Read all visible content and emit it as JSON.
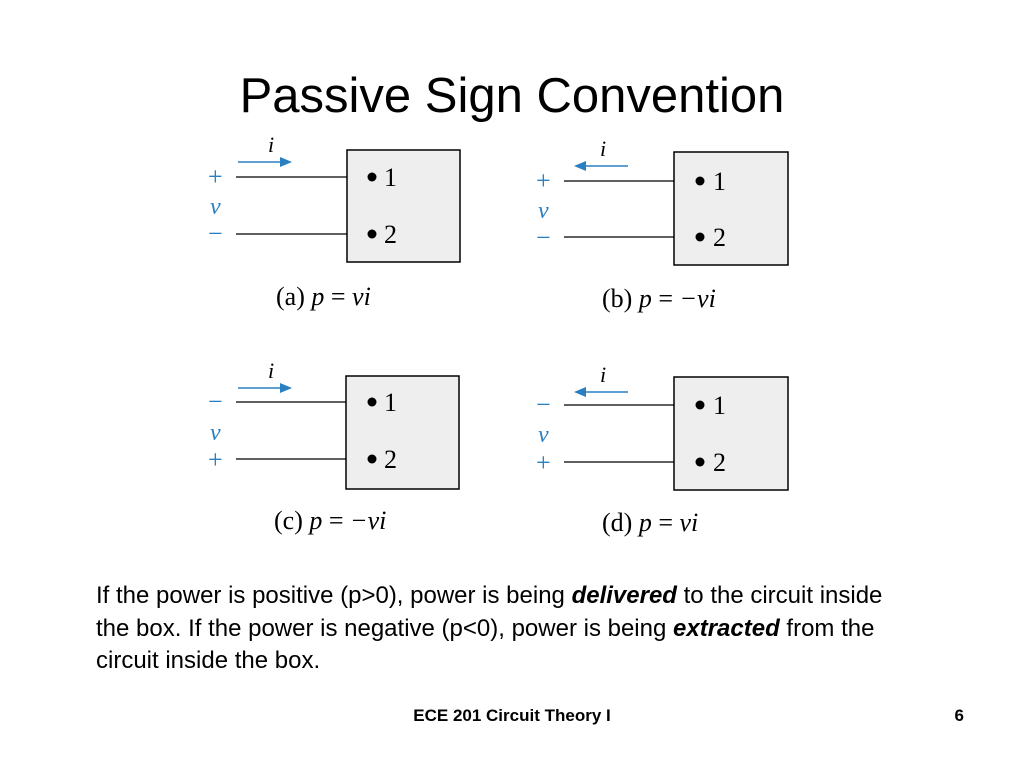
{
  "slide": {
    "title": "Passive Sign Convention",
    "footer_course": "ECE 201 Circuit Theory I",
    "page_number": "6"
  },
  "colors": {
    "sign_blue": "#2a7fc1",
    "box_fill": "#eeeeee",
    "line": "#000000"
  },
  "diagrams": [
    {
      "id": "a",
      "current_label": "i",
      "current_direction": "into-box",
      "top_sign": "+",
      "voltage_label": "v",
      "bottom_sign": "−",
      "terminal_1": "1",
      "terminal_2": "2",
      "caption_letter": "(a)",
      "caption_lhs": "p",
      "caption_eq": "=",
      "caption_rhs": "vi"
    },
    {
      "id": "b",
      "current_label": "i",
      "current_direction": "out-of-box",
      "top_sign": "+",
      "voltage_label": "v",
      "bottom_sign": "−",
      "terminal_1": "1",
      "terminal_2": "2",
      "caption_letter": "(b)",
      "caption_lhs": "p",
      "caption_eq": "=",
      "caption_rhs": "−vi"
    },
    {
      "id": "c",
      "current_label": "i",
      "current_direction": "into-box",
      "top_sign": "−",
      "voltage_label": "v",
      "bottom_sign": "+",
      "terminal_1": "1",
      "terminal_2": "2",
      "caption_letter": "(c)",
      "caption_lhs": "p",
      "caption_eq": "=",
      "caption_rhs": "−vi"
    },
    {
      "id": "d",
      "current_label": "i",
      "current_direction": "out-of-box",
      "top_sign": "−",
      "voltage_label": "v",
      "bottom_sign": "+",
      "terminal_1": "1",
      "terminal_2": "2",
      "caption_letter": "(d)",
      "caption_lhs": "p",
      "caption_eq": "=",
      "caption_rhs": "vi"
    }
  ],
  "body": {
    "part1": "If the power is positive (p>0), power is being ",
    "emph1": "delivered",
    "part2": " to the circuit inside the box.  If the power is negative (p<0), power is being ",
    "emph2": "extracted",
    "part3": " from the circuit inside the box."
  }
}
